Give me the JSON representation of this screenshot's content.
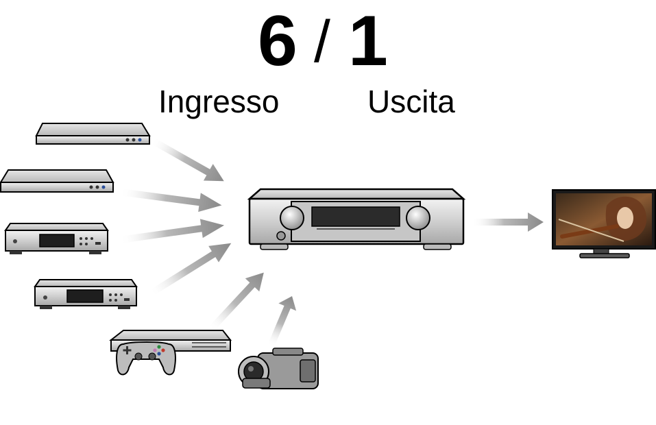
{
  "title": {
    "input_count": "6",
    "separator": "/",
    "output_count": "1"
  },
  "labels": {
    "input": "Ingresso",
    "output": "Uscita"
  },
  "devices": {
    "inputs": [
      "blu-ray-player-icon",
      "dvd-player-icon",
      "cd-player-icon",
      "media-player-icon",
      "game-console-icon",
      "camcorder-icon"
    ],
    "hub": "av-receiver-icon",
    "output": "television-icon"
  },
  "colors": {
    "arrow": "#9a9a9a",
    "device_body": "#d0d0d0",
    "device_dark": "#2a2a2a"
  }
}
